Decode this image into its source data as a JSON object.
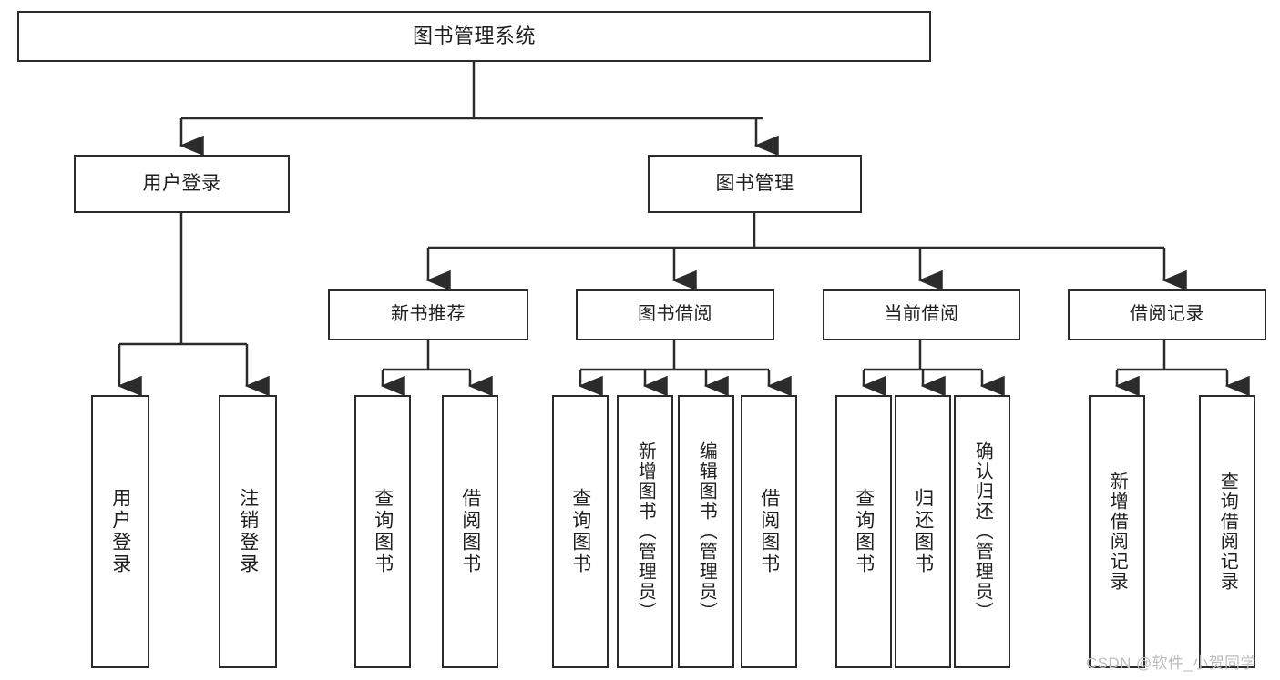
{
  "diagram": {
    "type": "tree-hierarchy",
    "title": "图书管理系统",
    "watermark": "CSDN @软件_小贺同学",
    "colors": {
      "stroke": "#2b2b2b",
      "fill": "#ffffff",
      "text": "#1f1f1f",
      "watermark": "#bdbdbd"
    },
    "nodes": {
      "root": {
        "label": "图书管理系统"
      },
      "level2": [
        {
          "id": "user-login",
          "label": "用户登录"
        },
        {
          "id": "book-management",
          "label": "图书管理"
        }
      ],
      "level3": [
        {
          "id": "new-book-recommend",
          "label": "新书推荐"
        },
        {
          "id": "book-borrow",
          "label": "图书借阅"
        },
        {
          "id": "current-borrow",
          "label": "当前借阅"
        },
        {
          "id": "borrow-record",
          "label": "借阅记录"
        }
      ],
      "leaves": {
        "user_login": [
          {
            "id": "leaf-user-login",
            "label": "用户登录"
          },
          {
            "id": "leaf-logout",
            "label": "注销登录"
          }
        ],
        "new_book_recommend": [
          {
            "id": "leaf-query-books-1",
            "label": "查询图书"
          },
          {
            "id": "leaf-borrow-books-1",
            "label": "借阅图书"
          }
        ],
        "book_borrow": [
          {
            "id": "leaf-query-books-2",
            "label": "查询图书"
          },
          {
            "id": "leaf-add-book",
            "label": "新增图书（管理员）"
          },
          {
            "id": "leaf-edit-book",
            "label": "编辑图书（管理员）"
          },
          {
            "id": "leaf-borrow-books-2",
            "label": "借阅图书"
          }
        ],
        "current_borrow": [
          {
            "id": "leaf-query-books-3",
            "label": "查询图书"
          },
          {
            "id": "leaf-return-book",
            "label": "归还图书"
          },
          {
            "id": "leaf-confirm-return",
            "label": "确认归还（管理员）"
          }
        ],
        "borrow_record": [
          {
            "id": "leaf-add-record",
            "label": "新增借阅记录"
          },
          {
            "id": "leaf-query-record",
            "label": "查询借阅记录"
          }
        ]
      }
    }
  }
}
